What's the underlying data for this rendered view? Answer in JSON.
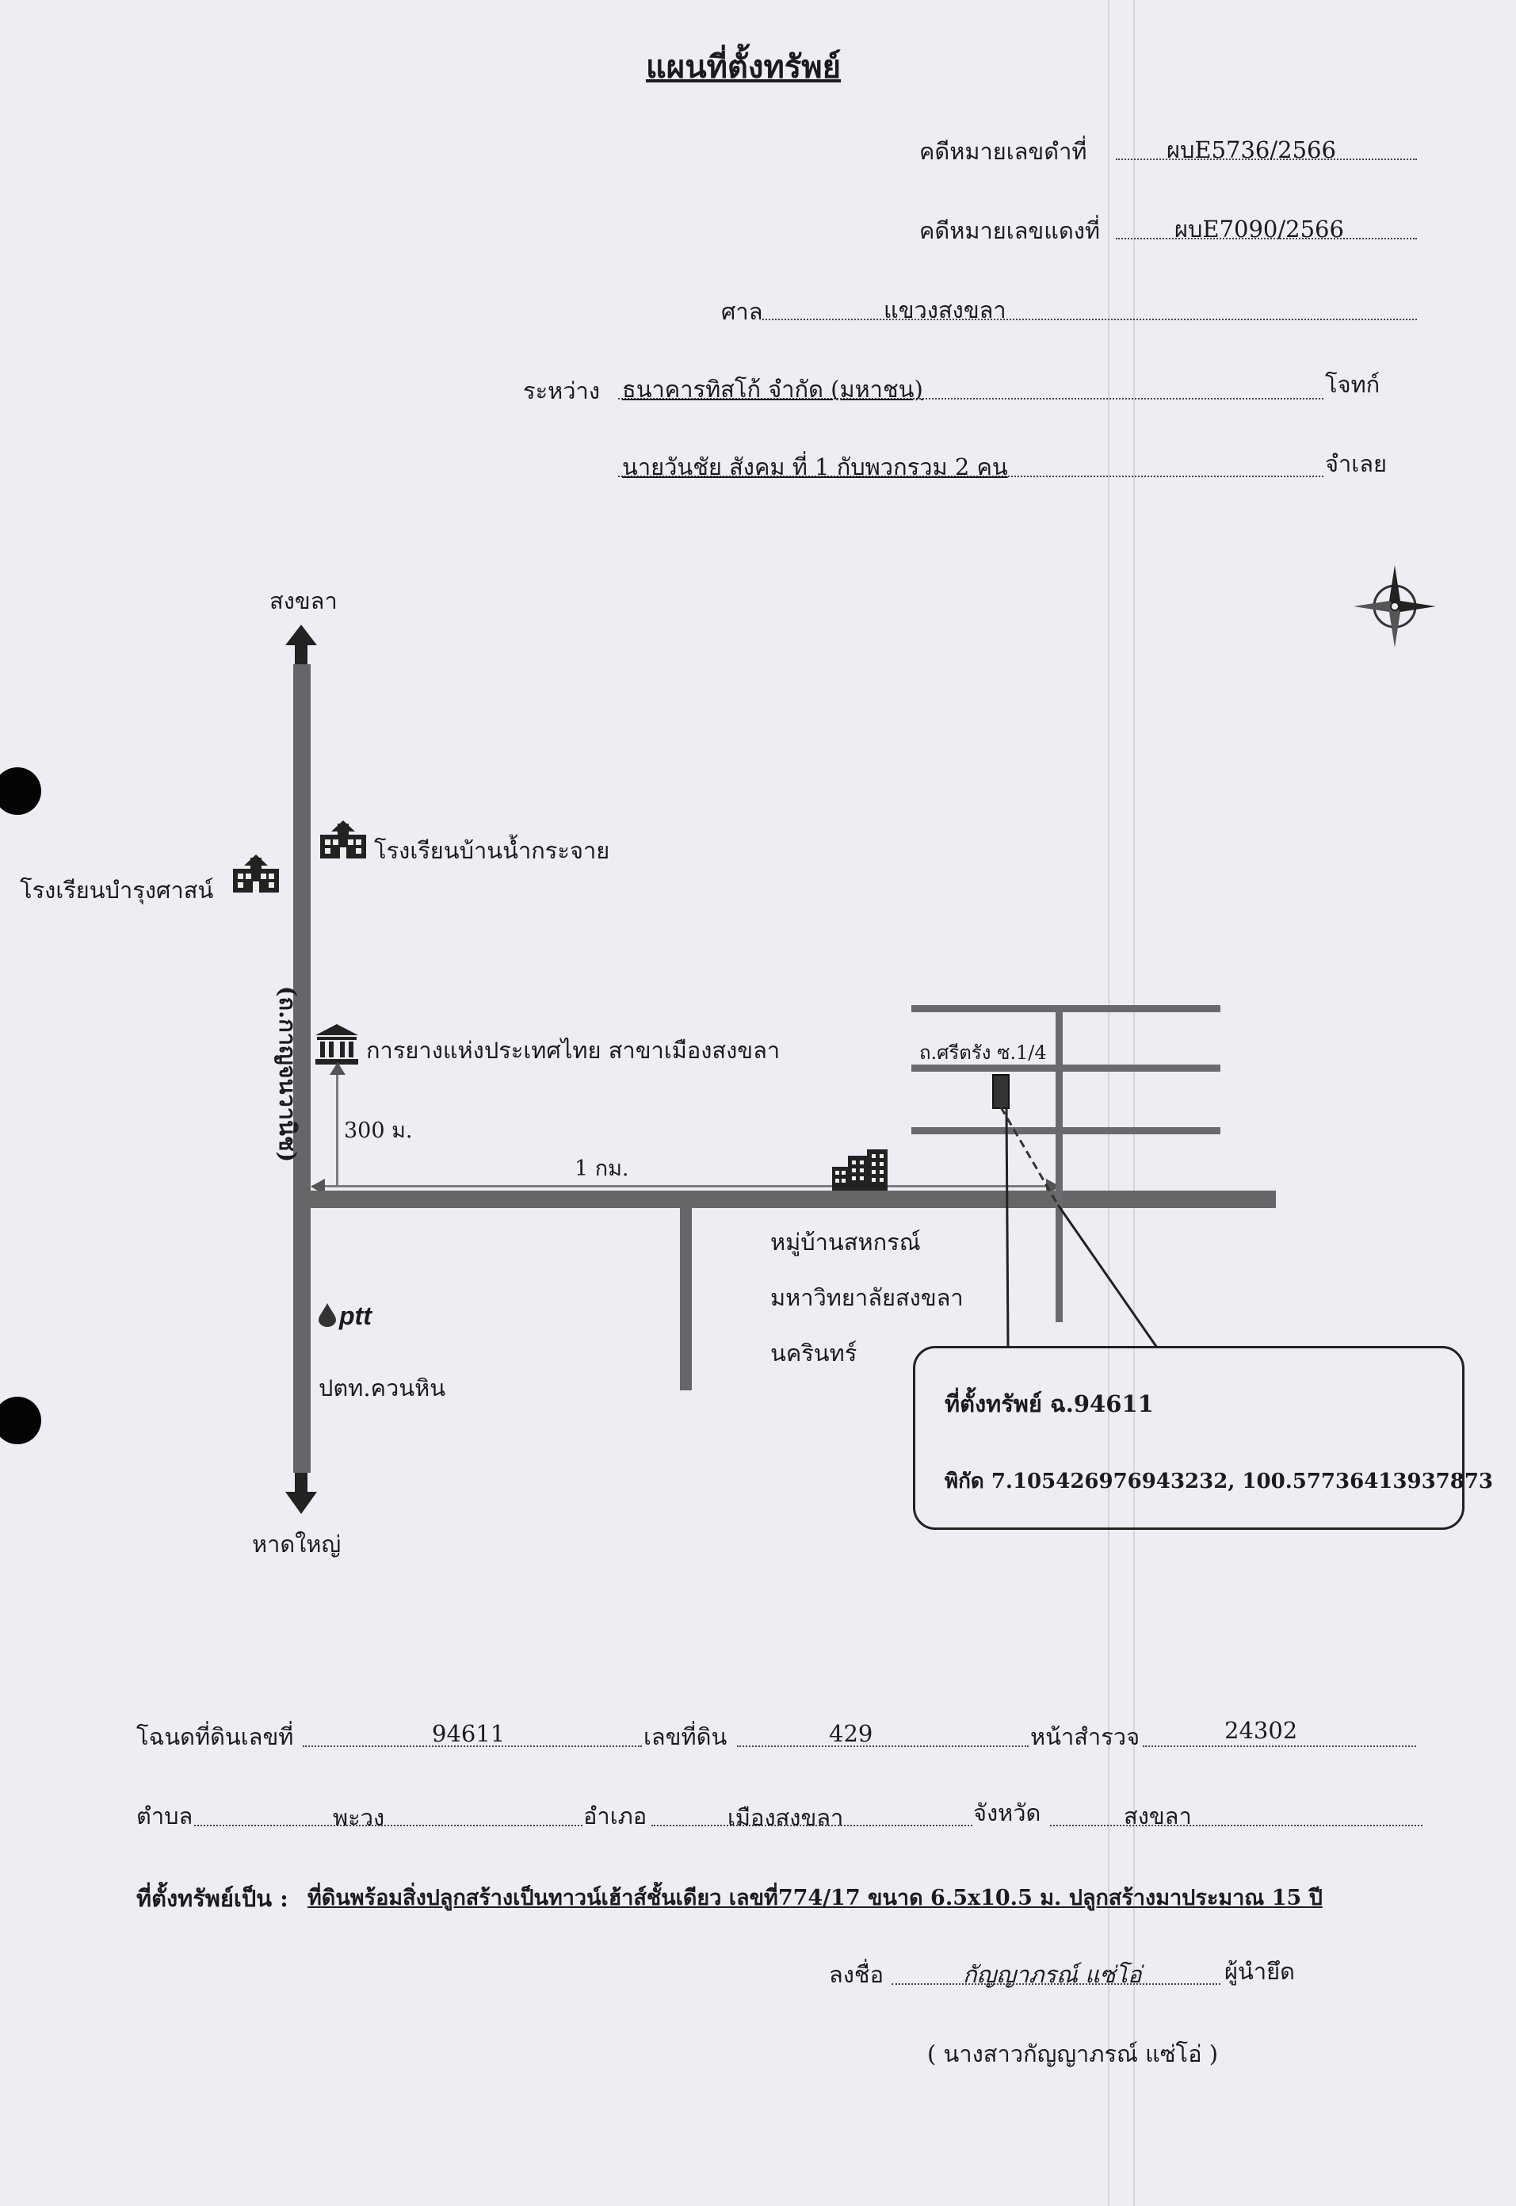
{
  "doc": {
    "title": "แผนที่ตั้งทรัพย์",
    "case_black_label": "คดีหมายเลขดำที่",
    "case_black_value": "ผบE5736/2566",
    "case_red_label": "คดีหมายเลขแดงที่",
    "case_red_value": "ผบE7090/2566",
    "court_label": "ศาล",
    "court_value": "แขวงสงขลา",
    "between_label": "ระหว่าง",
    "plaintiff_value": "ธนาคารทิสโก้ จำกัด (มหาชน)",
    "plaintiff_role": "โจทก์",
    "defendant_value": "นายวันชัย สังคม ที่ 1 กับพวกรวม 2 คน",
    "defendant_role": "จำเลย"
  },
  "map": {
    "north_label": "สงขลา",
    "south_label": "หาดใหญ่",
    "main_road_label": "(ถ.กาญจนวานิช)",
    "school_1": "โรงเรียนบ้านน้ำกระจาย",
    "school_2": "โรงเรียนบำรุงศาสน์",
    "bank": "การยางแห่งประเทศไทย สาขาเมืองสงขลา",
    "dist_300": "300 ม.",
    "dist_1km": "1 กม.",
    "soi_label": "ถ.ศรีตรัง ซ.1/4",
    "village_line1": "หมู่บ้านสหกรณ์",
    "village_line2": "มหาวิทยาลัยสงขลา",
    "village_line3": "นครินทร์",
    "ptt_logo": "ptt",
    "ptt_label": "ปตท.ควนหิน",
    "location_label": "ที่ตั้งทรัพย์ ฉ.94611",
    "coords": "พิกัด   7.105426976943232, 100.57736413937873"
  },
  "land": {
    "deed_label": "โฉนดที่ดินเลขที่",
    "deed_value": "94611",
    "land_no_label": "เลขที่ดิน",
    "land_no_value": "429",
    "survey_label": "หน้าสำรวจ",
    "survey_value": "24302",
    "subdistrict_label": "ตำบล",
    "subdistrict_value": "พะวง",
    "district_label": "อำเภอ",
    "district_value": "เมืองสงขลา",
    "province_label": "จังหวัด",
    "province_value": "สงขลา",
    "property_label": "ที่ตั้งทรัพย์เป็น :",
    "property_value": "ที่ดินพร้อมสิ่งปลูกสร้างเป็นทาวน์เฮ้าส์ชั้นเดียว เลขที่774/17 ขนาด 6.5x10.5 ม. ปลูกสร้างมาประมาณ 15 ปี",
    "sign_label": "ลงชื่อ",
    "sign_value": "กัญญาภรณ์ แซ่โอ่",
    "sign_role": "ผู้นำยึด",
    "sign_printed": "( นางสาวกัญญาภรณ์ แซ่โอ่ )"
  },
  "colors": {
    "paper": "#eeedf3",
    "ink": "#1b1b1f",
    "road": "#666568"
  }
}
